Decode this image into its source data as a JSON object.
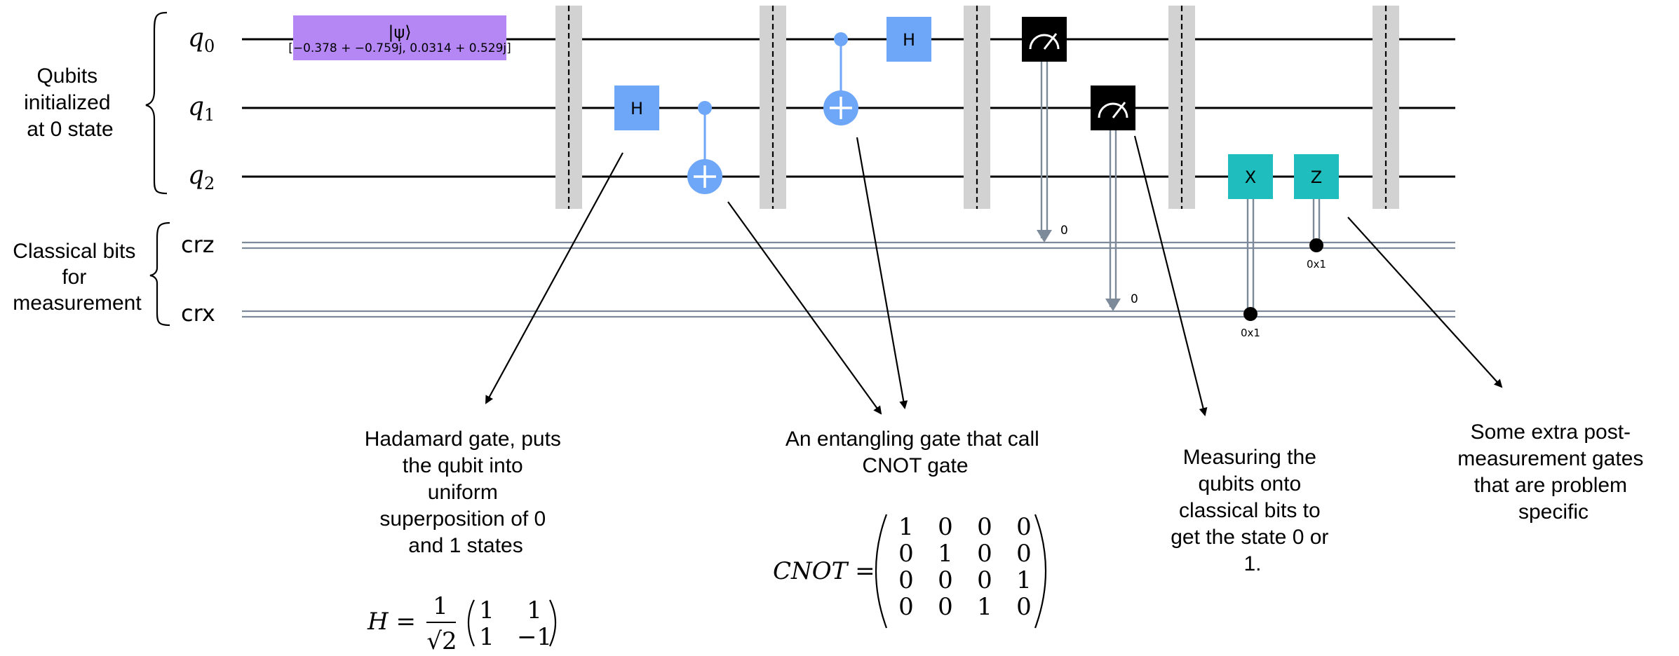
{
  "registers": {
    "q0": {
      "base": "q",
      "sub": "0"
    },
    "q1": {
      "base": "q",
      "sub": "1"
    },
    "q2": {
      "base": "q",
      "sub": "2"
    },
    "crz": "crz",
    "crx": "crx"
  },
  "group_labels": {
    "qubits": [
      "Qubits",
      "initialized",
      "at 0 state"
    ],
    "classical": [
      "Classical bits",
      "for",
      "measurement"
    ]
  },
  "gates": {
    "initialize_label": "|ψ⟩",
    "initialize_params": "[−0.378 + −0.759j, 0.0314 + 0.529j]",
    "h": "H",
    "x": "X",
    "z": "Z",
    "measure_bit_0": "0",
    "measure_bit_1": "0",
    "cond_x": "0x1",
    "cond_z": "0x1"
  },
  "annotations": {
    "hadamard": [
      "Hadamard gate, puts",
      "the qubit into",
      "uniform",
      "superposition of 0",
      "and 1 states"
    ],
    "cnot": [
      "An entangling gate that call",
      "CNOT gate"
    ],
    "measure": [
      "Measuring the",
      "qubits onto",
      "classical bits to",
      "get the state 0 or",
      "1."
    ],
    "extra": [
      "Some extra post-",
      "measurement gates",
      "that are problem",
      "specific"
    ]
  },
  "formulas": {
    "h_lhs": "H =",
    "h_num": "1",
    "h_den": "√2",
    "h_matrix": [
      [
        "1",
        "1"
      ],
      [
        "1",
        "−1"
      ]
    ],
    "cnot_lhs": "CNOT =",
    "cnot_matrix": [
      [
        "1",
        "0",
        "0",
        "0"
      ],
      [
        "0",
        "1",
        "0",
        "0"
      ],
      [
        "0",
        "0",
        "0",
        "1"
      ],
      [
        "0",
        "0",
        "1",
        "0"
      ]
    ]
  },
  "colors": {
    "gate_blue": "#6ea6f8",
    "gate_teal": "#1fbdbd",
    "initialize_purple": "#b587f5",
    "barrier": "#d2d2d2",
    "classical_wire": "#7d8a99"
  }
}
